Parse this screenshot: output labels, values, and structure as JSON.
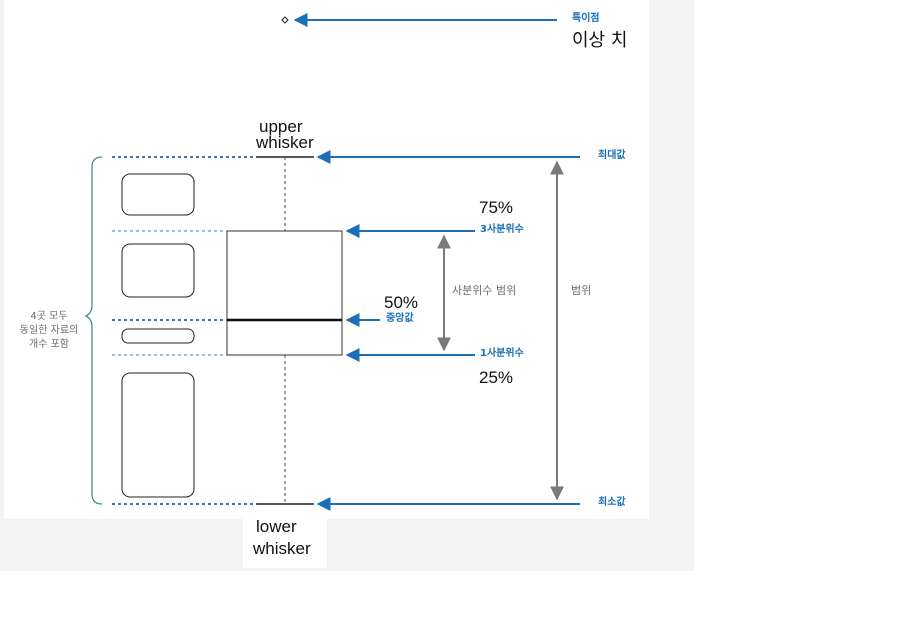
{
  "labels": {
    "outlier_small": "특이점",
    "outlier_big": "이상 치",
    "upper_whisker_1": "upper",
    "upper_whisker_2": "whisker",
    "lower_whisker_1": "lower",
    "lower_whisker_2": "whisker",
    "max": "최대값",
    "min": "최소값",
    "q3_pct": "75%",
    "q3": "3사분위수",
    "median_pct": "50%",
    "median": "중앙값",
    "q1": "1사분위수",
    "q1_pct": "25%",
    "iqr": "사분위수 범위",
    "range": "범위",
    "left_note": [
      "4곳 모두",
      "동일한 자료의",
      "개수 포함"
    ]
  },
  "colors": {
    "arrow_blue": "#1a6fb8",
    "dotted_blue": "#3a7bb5",
    "bracket_teal": "#4a8c8a",
    "range_gray": "#7a7a7a"
  }
}
